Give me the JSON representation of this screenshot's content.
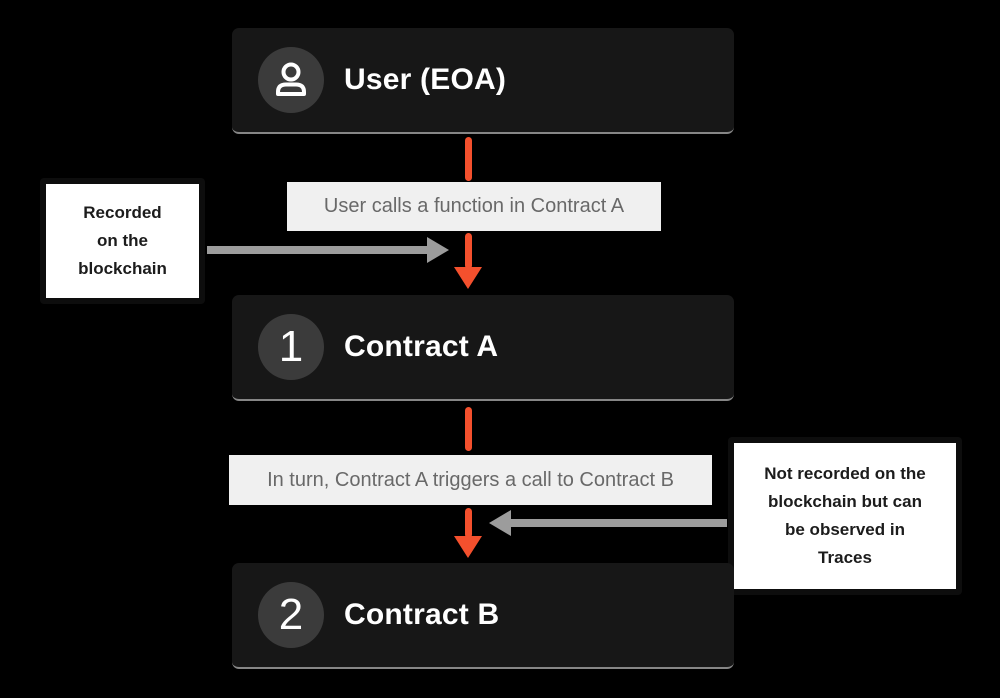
{
  "diagram": {
    "nodes": {
      "user": {
        "title": "User (EOA)",
        "badge": "user-icon"
      },
      "contract_a": {
        "title": "Contract A",
        "number": "1"
      },
      "contract_b": {
        "title": "Contract B",
        "number": "2"
      }
    },
    "flow_labels": {
      "call_1": "User calls a function in Contract A",
      "call_2": "In turn, Contract A triggers a call to Contract B"
    },
    "notes": {
      "recorded": {
        "lines": [
          "Recorded",
          "on the",
          "blockchain"
        ]
      },
      "not_recorded": {
        "lines": [
          "Not recorded on the",
          "blockchain but can",
          "be observed in",
          "Traces"
        ]
      }
    },
    "colors": {
      "background": "#000000",
      "node_background": "#171717",
      "node_bottom_edge": "#868686",
      "badge_background": "#3b3b3b",
      "node_title": "#ffffff",
      "flow_label_background": "#f0f0f0",
      "flow_label_text": "#696969",
      "arrow_orange": "#f4502d",
      "arrow_gray": "#9c9c9c",
      "note_background": "#ffffff",
      "note_border": "#0d0d0d",
      "note_text": "#1c1c1c"
    }
  }
}
